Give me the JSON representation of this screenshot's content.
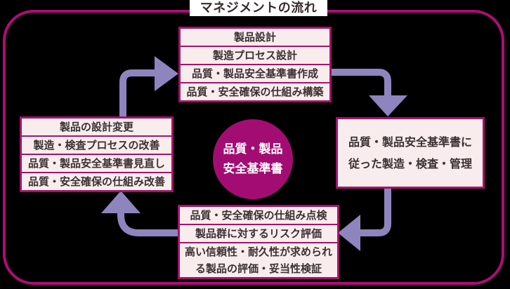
{
  "title": "マネジメントの流れ",
  "center_circle": {
    "lines": [
      "品質・製品",
      "安全基準書"
    ]
  },
  "boxes": {
    "top": {
      "rows": [
        "製品設計",
        "製造プロセス設計",
        "品質・製品安全基準書作成",
        "品質・安全確保の仕組み構築"
      ]
    },
    "right": {
      "lines": [
        "品質・製品安全基準書に",
        "従った製造・検査・管理"
      ]
    },
    "bottom": {
      "rows": [
        "品質・安全確保の仕組み点検",
        "製品群に対するリスク評価",
        "高い信頼性・耐久性が求められる製品の評価・妥当性検証"
      ]
    },
    "left": {
      "rows": [
        "製品の設計変更",
        "製造・検査プロセスの改善",
        "品質・製品安全基準書見直し",
        "品質・安全確保の仕組み改善"
      ]
    }
  },
  "arrows": [
    "improvement-to-design",
    "design-to-manufacturing",
    "manufacturing-to-evaluation",
    "evaluation-to-improvement"
  ],
  "colors": {
    "frame_magenta": "#ad0d77",
    "box_border_magenta": "#a2146b",
    "circle_magenta": "#a30d73",
    "box_background": "#f8ecec",
    "arrow_lavender": "#8e85bf",
    "text_dark": "#3a3132",
    "title_background": "#ffffff",
    "page_background": "#000000"
  }
}
